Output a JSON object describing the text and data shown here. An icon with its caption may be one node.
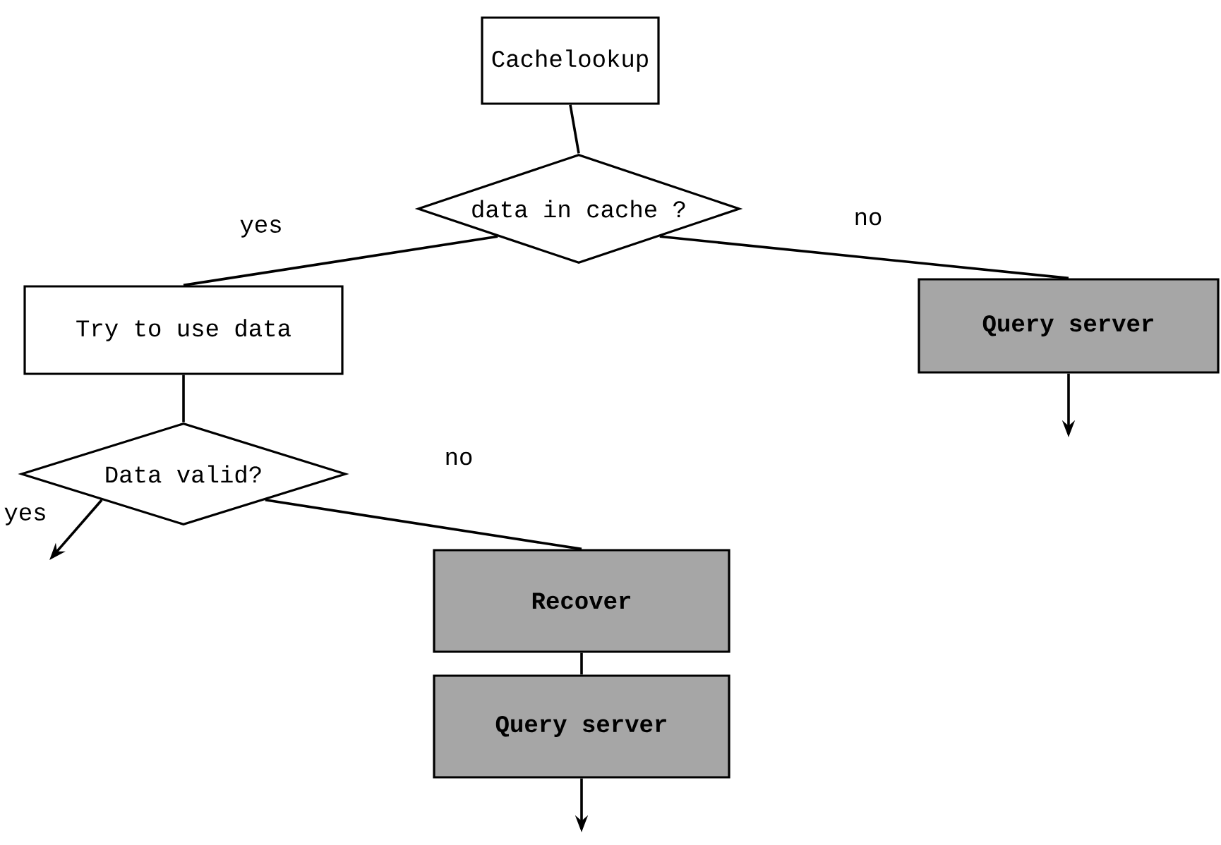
{
  "diagram": {
    "nodes": [
      {
        "text": [
          "Cachelookup"
        ]
      },
      {
        "text": [
          "data in cache ?"
        ]
      },
      {
        "text": [
          "Try to use data"
        ]
      },
      {
        "text": [
          "Query server"
        ]
      },
      {
        "text": [
          "Data valid?"
        ]
      },
      {
        "text": [
          "Recover"
        ]
      },
      {
        "text": [
          "Query server"
        ]
      }
    ],
    "edges": [
      {
        "from": 0,
        "to": 1,
        "arrow": "none"
      },
      {
        "from": 1,
        "to": 2,
        "arrow": "none",
        "label": "yes"
      },
      {
        "from": 1,
        "to": 3,
        "arrow": "none",
        "label": "no"
      },
      {
        "from": 2,
        "to": 4,
        "arrow": "none"
      },
      {
        "from": 4,
        "to": null,
        "arrow": "to",
        "label": "yes"
      },
      {
        "from": 4,
        "to": 5,
        "arrow": "none",
        "label": "no"
      },
      {
        "from": 5,
        "to": 6,
        "arrow": "none"
      },
      {
        "from": 3,
        "to": null,
        "arrow": "to"
      },
      {
        "from": 6,
        "to": null,
        "arrow": "to"
      }
    ]
  }
}
